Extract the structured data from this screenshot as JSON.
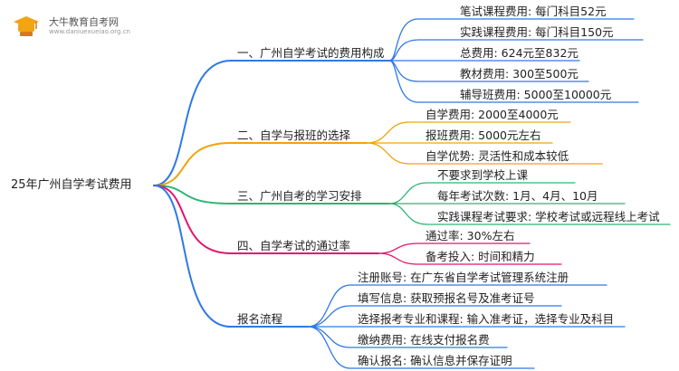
{
  "brand": {
    "name": "大牛教育自考网",
    "url": "www.daniuexueiao.org.cn",
    "colors": {
      "badge": "#f2a413",
      "badge_dark": "#d9791a"
    }
  },
  "root": "25年广州自学考试费用",
  "branches": [
    {
      "title": "一、广州自学考试的费用构成",
      "color": "#2f79e6",
      "items": [
        "笔试课程费用: 每门科目52元",
        "实践课程费用: 每门科目150元",
        "总费用: 624元至832元",
        "教材费用: 300至500元",
        "辅导班费用: 5000至10000元"
      ]
    },
    {
      "title": "二、自学与报班的选择",
      "color": "#f0a30a",
      "items": [
        "自学费用: 2000至4000元",
        "报班费用: 5000元左右",
        "自学优势: 灵活性和成本较低"
      ]
    },
    {
      "title": "三、广州自考的学习安排",
      "color": "#2bb673",
      "items": [
        "不要求到学校上课",
        "每年考试次数: 1月、4月、10月",
        "实践课程考试要求: 学校考试或远程线上考试"
      ]
    },
    {
      "title": "四、自学考试的通过率",
      "color": "#e3156c",
      "items": [
        "通过率: 30%左右",
        "备考投入: 时间和精力"
      ]
    },
    {
      "title": "报名流程",
      "color": "#2f79e6",
      "items": [
        "注册账号: 在广东省自学考试管理系统注册",
        "填写信息: 获取预报名号及准考证号",
        "选择报考专业和课程: 输入准考证，选择专业及科目",
        "缴纳费用: 在线支付报名费",
        "确认报名: 确认信息并保存证明"
      ]
    }
  ]
}
